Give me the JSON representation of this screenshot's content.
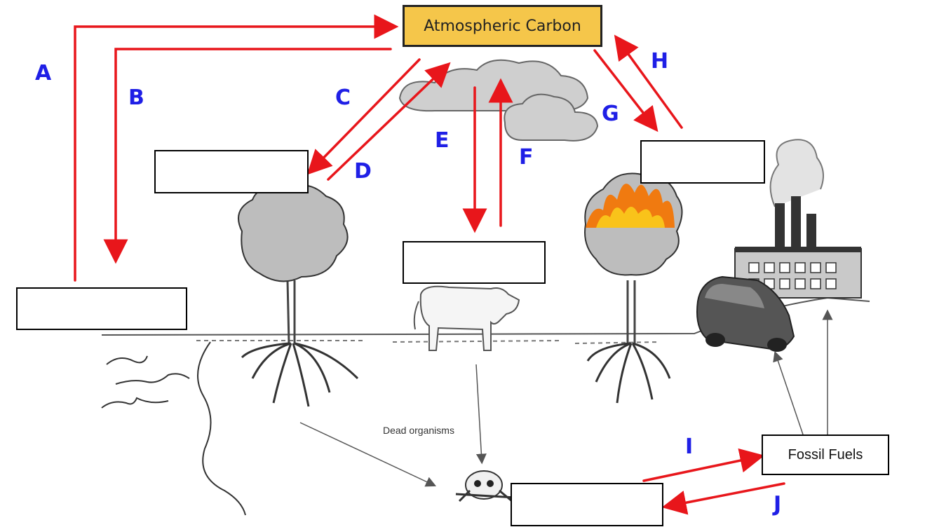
{
  "atmospheric_label": "Atmospheric Carbon",
  "fossil_label": "Fossil Fuels",
  "dead_label": "Dead organisms",
  "letters": [
    "A",
    "B",
    "C",
    "D",
    "E",
    "F",
    "G",
    "H",
    "I",
    "J"
  ],
  "colors": {
    "arrow": "#e8161b",
    "letter": "#1f1fe6",
    "atm_fill": "#f5c64a"
  }
}
